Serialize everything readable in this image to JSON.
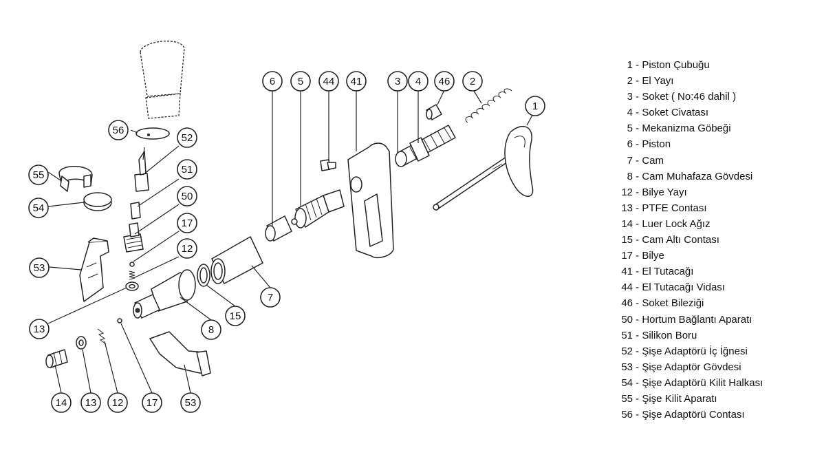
{
  "callouts": [
    "1",
    "2",
    "3",
    "4",
    "46",
    "41",
    "44",
    "5",
    "6",
    "7",
    "8",
    "15",
    "56",
    "52",
    "55",
    "54",
    "51",
    "50",
    "17",
    "12",
    "53",
    "13",
    "14",
    "13",
    "12",
    "17",
    "53"
  ],
  "legend": [
    {
      "num": "1",
      "label": "Piston Çubuğu"
    },
    {
      "num": "2",
      "label": "El Yayı"
    },
    {
      "num": "3",
      "label": "Soket ( No:46 dahil )"
    },
    {
      "num": "4",
      "label": "Soket Civatası"
    },
    {
      "num": "5",
      "label": "Mekanizma Göbeği"
    },
    {
      "num": "6",
      "label": "Piston"
    },
    {
      "num": "7",
      "label": "Cam"
    },
    {
      "num": "8",
      "label": "Cam Muhafaza Gövdesi"
    },
    {
      "num": "12",
      "label": "Bilye Yayı"
    },
    {
      "num": "13",
      "label": "PTFE Contası"
    },
    {
      "num": "14",
      "label": "Luer Lock Ağız"
    },
    {
      "num": "15",
      "label": "Cam Altı Contası"
    },
    {
      "num": "17",
      "label": "Bilye"
    },
    {
      "num": "41",
      "label": "El Tutacağı"
    },
    {
      "num": "44",
      "label": "El Tutacağı Vidası"
    },
    {
      "num": "46",
      "label": "Soket Bileziği"
    },
    {
      "num": "50",
      "label": "Hortum Bağlantı Aparatı"
    },
    {
      "num": "51",
      "label": "Silikon Boru"
    },
    {
      "num": "52",
      "label": "Şişe Adaptörü İç İğnesi"
    },
    {
      "num": "53",
      "label": "Şişe Adaptör Gövdesi"
    },
    {
      "num": "54",
      "label": "Şişe Adaptörü Kilit Halkası"
    },
    {
      "num": "55",
      "label": "Şişe Kilit Aparatı"
    },
    {
      "num": "56",
      "label": "Şişe Adaptörü Contası"
    }
  ]
}
